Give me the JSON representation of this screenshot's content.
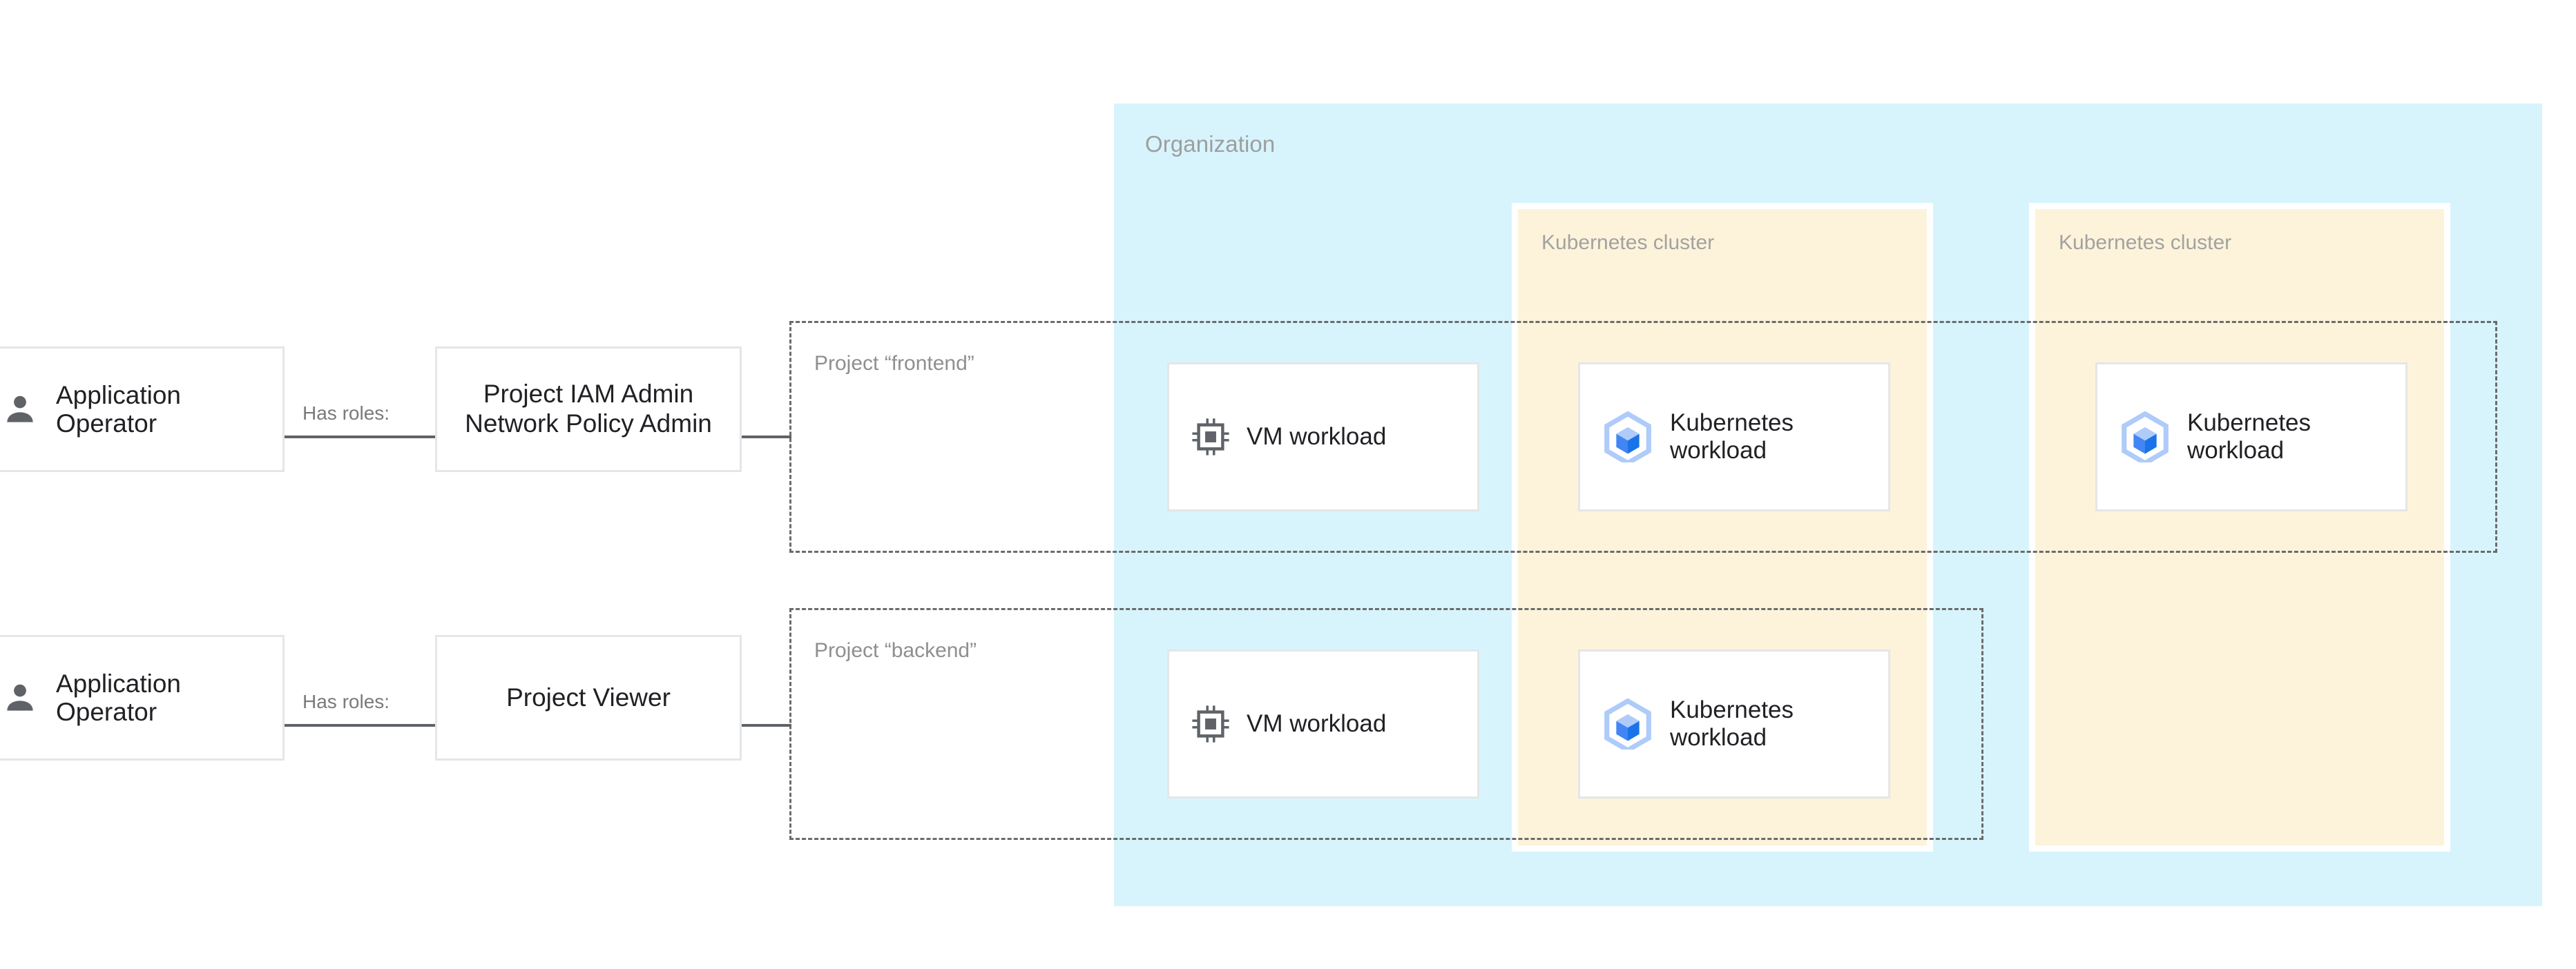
{
  "diagram": {
    "title": "Application Operator IAM roles across organization projects and Kubernetes clusters",
    "colors": {
      "organization_fill": "#d7f4fd",
      "cluster_fill": "#fdf3da",
      "card_border": "#e4e6e8",
      "card_fill": "#ffffff",
      "connector": "#5f6368",
      "container_label": "#9e9e9e",
      "project_dash_border": "#6b6b6b",
      "text_primary": "#202124",
      "gke_icon_light": "#aecbfa",
      "gke_icon_mid": "#669df6",
      "gke_icon_dark": "#4285f4",
      "vm_icon": "#5f6368",
      "person_icon": "#5f6368"
    }
  },
  "actors": [
    {
      "id": "persona-1",
      "label": "Application Operator",
      "icon": "person-icon",
      "relation_label": "Has roles:",
      "role": {
        "id": "role-1",
        "label": "Project IAM Admin Network Policy Admin",
        "lines": [
          "Project IAM",
          "Admin Network",
          "Policy Admin"
        ]
      }
    },
    {
      "id": "persona-2",
      "label": "Application Operator",
      "icon": "person-icon",
      "relation_label": "Has roles:",
      "role": {
        "id": "role-2",
        "label": "Project Viewer",
        "lines": [
          "Project Viewer"
        ]
      }
    }
  ],
  "organization": {
    "label": "Organization",
    "clusters": [
      {
        "id": "k8s-cluster-1",
        "label": "Kubernetes cluster"
      },
      {
        "id": "k8s-cluster-2",
        "label": "Kubernetes cluster"
      }
    ],
    "projects": [
      {
        "id": "project-frontend",
        "label": "Project “frontend”"
      },
      {
        "id": "project-backend",
        "label": "Project “backend”"
      }
    ]
  },
  "workloads": [
    {
      "id": "vm-workload-frontend",
      "label": "VM workload",
      "icon": "cpu-chip-icon",
      "project": "Project “frontend”",
      "cluster": null
    },
    {
      "id": "k8s-workload-frontend-1",
      "label": "Kubernetes workload",
      "icon": "gke-workload-icon",
      "project": "Project “frontend”",
      "cluster": "Kubernetes cluster"
    },
    {
      "id": "k8s-workload-frontend-2",
      "label": "Kubernetes workload",
      "icon": "gke-workload-icon",
      "project": "Project “frontend”",
      "cluster": "Kubernetes cluster"
    },
    {
      "id": "vm-workload-backend",
      "label": "VM workload",
      "icon": "cpu-chip-icon",
      "project": "Project “backend”",
      "cluster": null
    },
    {
      "id": "k8s-workload-backend-1",
      "label": "Kubernetes workload",
      "icon": "gke-workload-icon",
      "project": "Project “backend”",
      "cluster": "Kubernetes cluster"
    }
  ]
}
